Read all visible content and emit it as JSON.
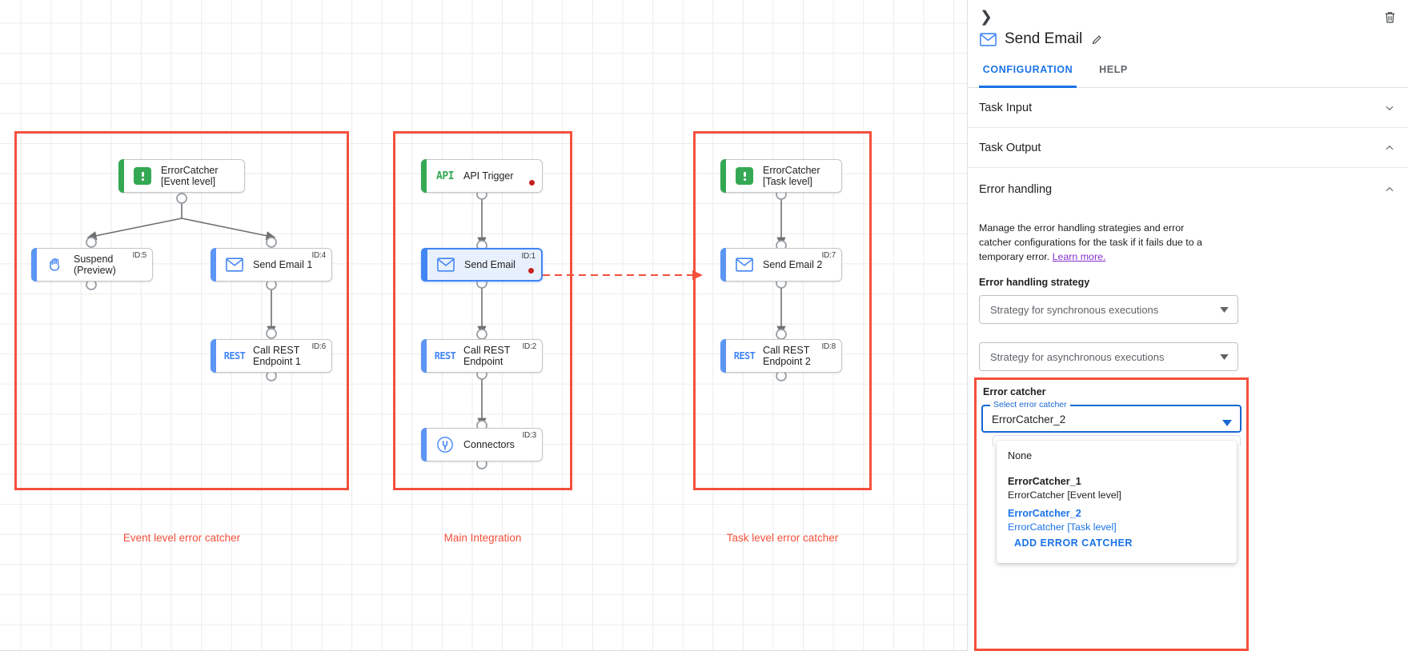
{
  "canvas": {
    "groups": [
      {
        "id": "event-level",
        "label": "Event level error catcher"
      },
      {
        "id": "main-integration",
        "label": "Main Integration"
      },
      {
        "id": "task-level",
        "label": "Task level error catcher"
      }
    ],
    "nodes": [
      {
        "key": "ec1",
        "label": "ErrorCatcher\n[Event level]",
        "icon": "error-catcher-icon",
        "id": "",
        "accent": "green"
      },
      {
        "key": "suspend",
        "label": "Suspend\n(Preview)",
        "icon": "hand-icon",
        "id": "ID:5",
        "accent": "blue"
      },
      {
        "key": "sendmail1",
        "label": "Send Email 1",
        "icon": "mail-icon",
        "id": "ID:4",
        "accent": "blue"
      },
      {
        "key": "rest1",
        "label": "Call REST\nEndpoint 1",
        "icon": "rest-icon",
        "id": "ID:6",
        "accent": "blue"
      },
      {
        "key": "apitrigger",
        "label": "API Trigger",
        "icon": "api-icon",
        "id": "",
        "accent": "green"
      },
      {
        "key": "sendmail",
        "label": "Send Email",
        "icon": "mail-icon",
        "id": "ID:1",
        "accent": "blue"
      },
      {
        "key": "rest",
        "label": "Call REST\nEndpoint",
        "icon": "rest-icon",
        "id": "ID:2",
        "accent": "blue"
      },
      {
        "key": "connectors",
        "label": "Connectors",
        "icon": "connectors-icon",
        "id": "ID:3",
        "accent": "blue"
      },
      {
        "key": "ec2",
        "label": "ErrorCatcher\n[Task level]",
        "icon": "error-catcher-icon",
        "id": "",
        "accent": "green"
      },
      {
        "key": "sendmail2",
        "label": "Send Email 2",
        "icon": "mail-icon",
        "id": "ID:7",
        "accent": "blue"
      },
      {
        "key": "rest2",
        "label": "Call REST\nEndpoint 2",
        "icon": "rest-icon",
        "id": "ID:8",
        "accent": "blue"
      }
    ]
  },
  "panel": {
    "title": "Send Email",
    "collapse_icon": "chevron-right-icon",
    "delete_icon": "trash-icon",
    "edit_icon": "pencil-icon",
    "tabs": [
      {
        "key": "configuration",
        "label": "CONFIGURATION",
        "active": true
      },
      {
        "key": "help",
        "label": "HELP",
        "active": false
      }
    ],
    "sections": [
      {
        "key": "task-input",
        "label": "Task Input",
        "expanded": false
      },
      {
        "key": "task-output",
        "label": "Task Output",
        "expanded": true
      },
      {
        "key": "error-handling",
        "label": "Error handling",
        "expanded": true
      }
    ],
    "error_handling": {
      "description": "Manage the error handling strategies and error catcher configurations for the task if it fails due to a temporary error.",
      "link_text": "Learn more.",
      "strategy_label": "Error handling strategy",
      "sync_placeholder": "Strategy for synchronous executions",
      "async_placeholder": "Strategy for asynchronous executions"
    },
    "error_catcher": {
      "group_label": "Error catcher",
      "field_label": "Select error catcher",
      "value": "ErrorCatcher_2",
      "options": [
        {
          "title": "None",
          "subtitle": "",
          "selected": false
        },
        {
          "title": "ErrorCatcher_1",
          "subtitle": "ErrorCatcher [Event level]",
          "selected": false
        },
        {
          "title": "ErrorCatcher_2",
          "subtitle": "ErrorCatcher [Task level]",
          "selected": true
        }
      ],
      "add_label": "ADD ERROR CATCHER"
    }
  },
  "colors": {
    "highlight_red": "#f4503c",
    "primary_blue": "#1a73e8",
    "green": "#34a853",
    "error_dot": "#c5221f",
    "link_purple": "#8430ce"
  }
}
